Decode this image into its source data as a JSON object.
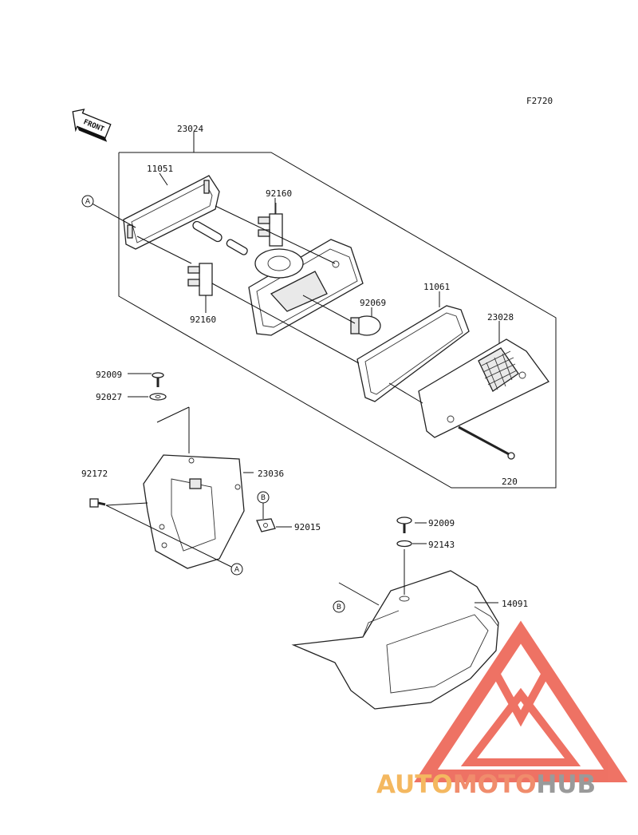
{
  "figure_code": "F2720",
  "front_arrow_text": "FRONT",
  "parts": {
    "p23024": "23024",
    "p11051": "11051",
    "p92160a": "92160",
    "p92160b": "92160",
    "p92069": "92069",
    "p11061": "11061",
    "p23028": "23028",
    "p220": "220",
    "p92009a": "92009",
    "p92027": "92027",
    "p92172": "92172",
    "p23036": "23036",
    "p92015": "92015",
    "p92009b": "92009",
    "p92143": "92143",
    "p14091": "14091"
  },
  "refs": {
    "a1": "A",
    "a2": "A",
    "b1": "B",
    "b2": "B"
  },
  "watermark": {
    "part1": "AUTO",
    "part2": "MOTO",
    "part3": "HUB",
    "color1": "#f4b860",
    "color2": "#f08c6c",
    "color3": "#9a9a9a",
    "logo_color": "#ec5a4a"
  }
}
